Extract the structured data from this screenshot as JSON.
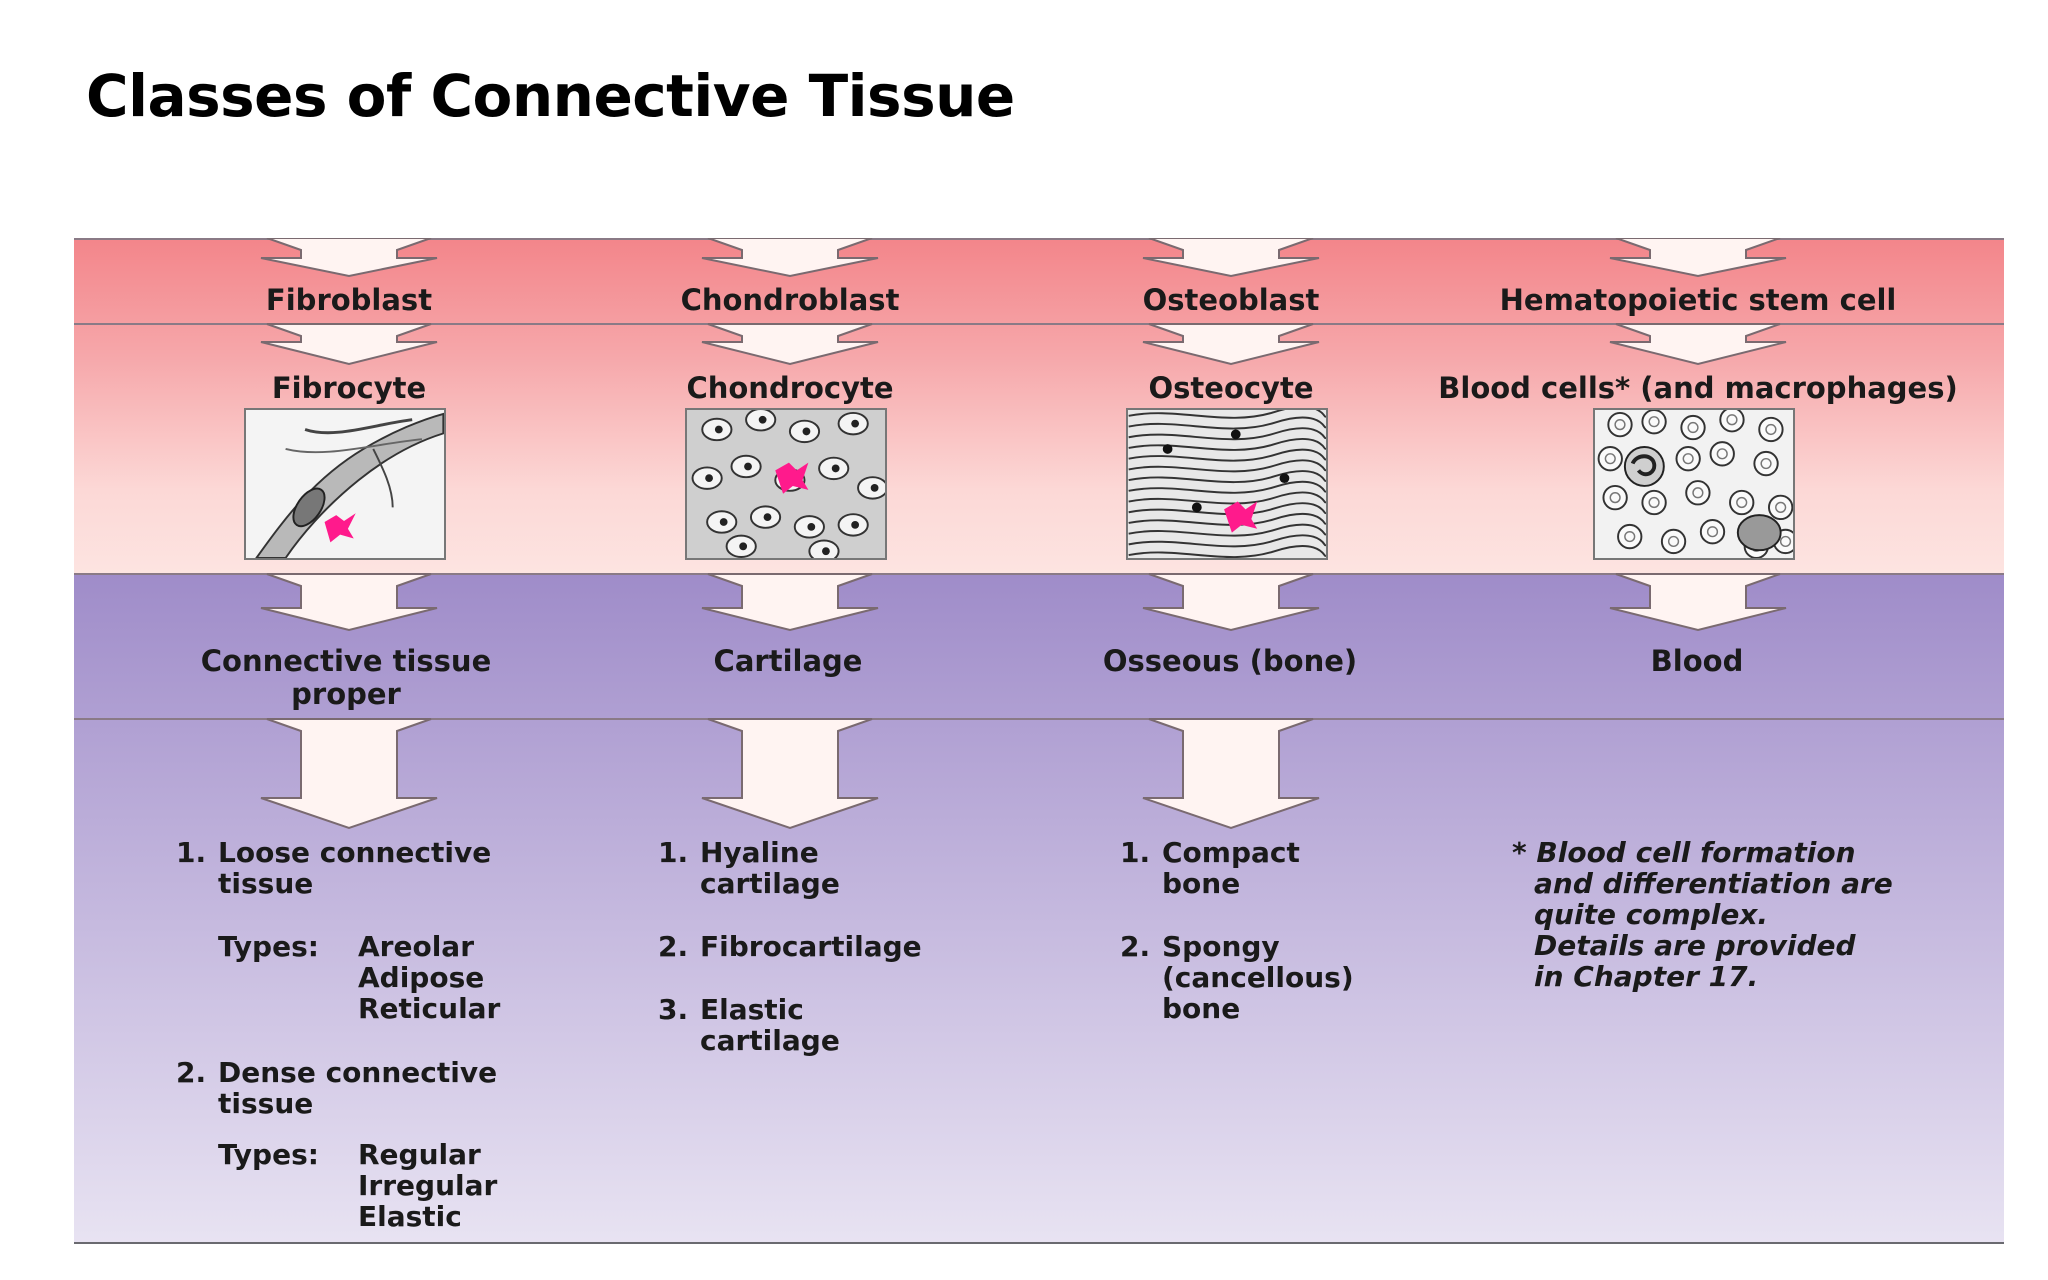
{
  "title": "Classes of Connective Tissue",
  "colors": {
    "pink_band": "#f3858a",
    "purple_band": "#9f8cc9",
    "pointer": "#ff1a8c",
    "arrow_fill": "#fff4f2"
  },
  "columns": [
    {
      "stem_cell": "Fibroblast",
      "mature_cell": "Fibrocyte",
      "micrograph_icon": "fibrocyte-micrograph-icon",
      "tissue_class": [
        "Connective tissue",
        "proper"
      ]
    },
    {
      "stem_cell": "Chondroblast",
      "mature_cell": "Chondrocyte",
      "micrograph_icon": "chondrocyte-micrograph-icon",
      "tissue_class": [
        "Cartilage"
      ]
    },
    {
      "stem_cell": "Osteoblast",
      "mature_cell": "Osteocyte",
      "micrograph_icon": "osteocyte-micrograph-icon",
      "tissue_class": [
        "Osseous (bone)"
      ]
    },
    {
      "stem_cell": "Hematopoietic stem cell",
      "mature_cell": "Blood cells* (and macrophages)",
      "micrograph_icon": "blood-cells-micrograph-icon",
      "tissue_class": [
        "Blood"
      ]
    }
  ],
  "subclasses": {
    "connective_tissue_proper": [
      {
        "num": "1.",
        "lines": [
          "Loose connective",
          "tissue"
        ],
        "types_label": "Types:",
        "types": [
          "Areolar",
          "Adipose",
          "Reticular"
        ]
      },
      {
        "num": "2.",
        "lines": [
          "Dense connective",
          "tissue"
        ],
        "types_label": "Types:",
        "types": [
          "Regular",
          "Irregular",
          "Elastic"
        ]
      }
    ],
    "cartilage": [
      {
        "num": "1.",
        "lines": [
          "Hyaline",
          "cartilage"
        ]
      },
      {
        "num": "2.",
        "lines": [
          "Fibrocartilage"
        ]
      },
      {
        "num": "3.",
        "lines": [
          "Elastic",
          "cartilage"
        ]
      }
    ],
    "bone": [
      {
        "num": "1.",
        "lines": [
          "Compact",
          "bone"
        ]
      },
      {
        "num": "2.",
        "lines": [
          "Spongy",
          "(cancellous)",
          "bone"
        ]
      }
    ]
  },
  "footnote": [
    "* Blood cell formation",
    "and differentiation are",
    "quite complex.",
    "Details are provided",
    "in Chapter 17."
  ]
}
